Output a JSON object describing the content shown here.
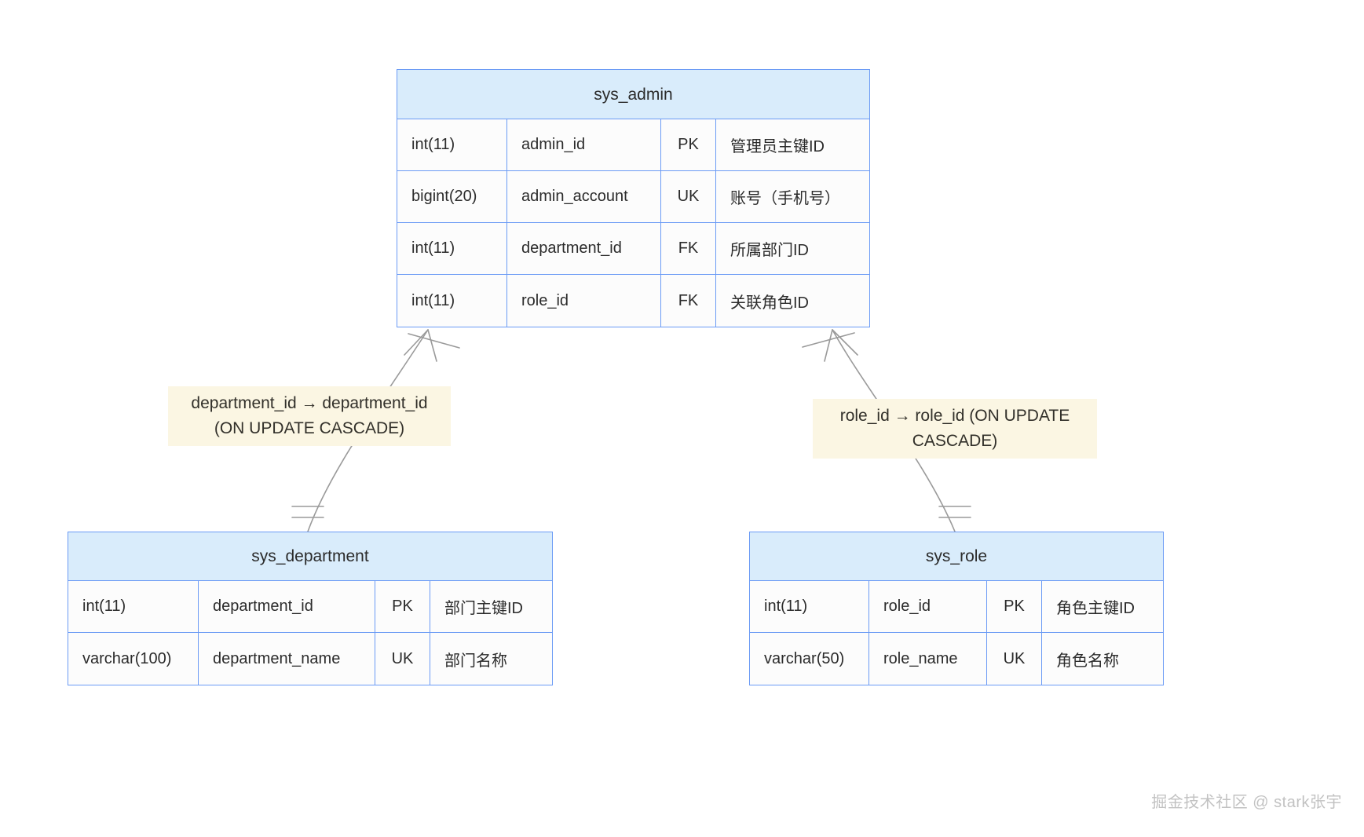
{
  "diagram": {
    "type": "er-diagram",
    "notation": "crow's foot",
    "colors": {
      "entity_border": "#6b9bf5",
      "entity_header_fill": "#d9ecfb",
      "entity_body_fill": "#fcfcfc",
      "label_fill": "#fbf6e3",
      "connector": "#9a9a9a",
      "text": "#2b2b2b",
      "watermark": "#c2c2c2"
    },
    "columns": [
      "type",
      "name",
      "key",
      "comment"
    ]
  },
  "entities": {
    "admin": {
      "name": "sys_admin",
      "rows": [
        {
          "type": "int(11)",
          "name": "admin_id",
          "key": "PK",
          "comment": "管理员主键ID"
        },
        {
          "type": "bigint(20)",
          "name": "admin_account",
          "key": "UK",
          "comment": "账号（手机号）"
        },
        {
          "type": "int(11)",
          "name": "department_id",
          "key": "FK",
          "comment": "所属部门ID"
        },
        {
          "type": "int(11)",
          "name": "role_id",
          "key": "FK",
          "comment": "关联角色ID"
        }
      ]
    },
    "department": {
      "name": "sys_department",
      "rows": [
        {
          "type": "int(11)",
          "name": "department_id",
          "key": "PK",
          "comment": "部门主键ID"
        },
        {
          "type": "varchar(100)",
          "name": "department_name",
          "key": "UK",
          "comment": "部门名称"
        }
      ]
    },
    "role": {
      "name": "sys_role",
      "rows": [
        {
          "type": "int(11)",
          "name": "role_id",
          "key": "PK",
          "comment": "角色主键ID"
        },
        {
          "type": "varchar(50)",
          "name": "role_name",
          "key": "UK",
          "comment": "角色名称"
        }
      ]
    }
  },
  "relationships": [
    {
      "id": "dept",
      "label": "department_id → department_id (ON UPDATE CASCADE)",
      "from": "sys_admin",
      "to": "sys_department",
      "from_cardinality": "many",
      "to_cardinality": "one"
    },
    {
      "id": "role",
      "label": "role_id → role_id (ON UPDATE CASCADE)",
      "from": "sys_admin",
      "to": "sys_role",
      "from_cardinality": "many",
      "to_cardinality": "one"
    }
  ],
  "watermark": "掘金技术社区 @ stark张宇"
}
